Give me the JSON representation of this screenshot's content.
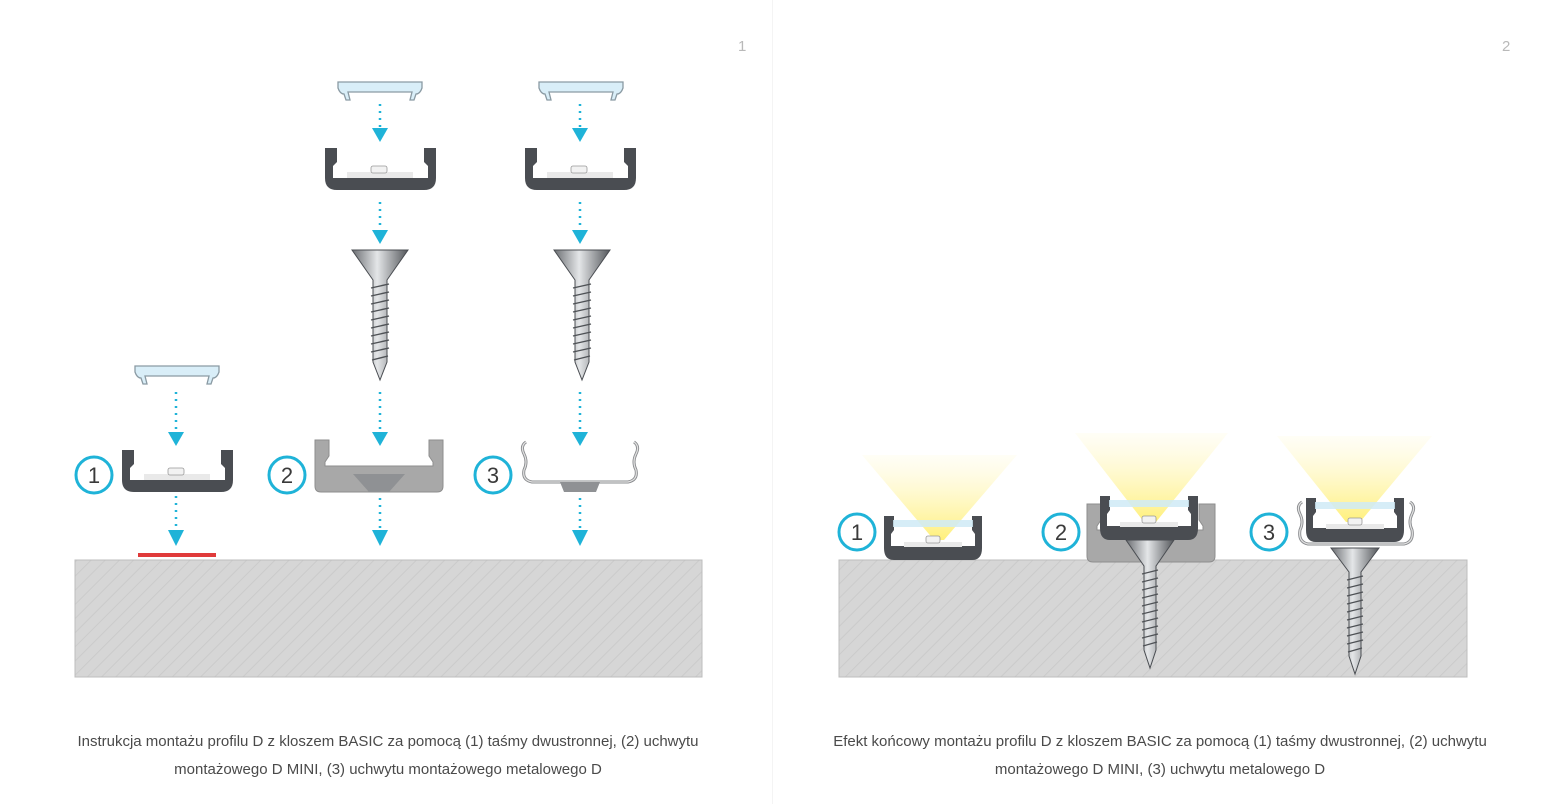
{
  "panels": [
    {
      "number": "1",
      "caption": "Instrukcja montażu profilu D z kloszem BASIC za pomocą (1) taśmy dwustronnej, (2) uchwytu montażowego D MINI, (3) uchwytu montażowego metalowego D",
      "badges": [
        "1",
        "2",
        "3"
      ]
    },
    {
      "number": "2",
      "caption": "Efekt końcowy montażu profilu D z kloszem BASIC za pomocą (1) taśmy dwustronnej, (2) uchwytu montażowego D MINI, (3) uchwytu metalowego D",
      "badges": [
        "1",
        "2",
        "3"
      ]
    }
  ],
  "colors": {
    "arrow": "#1fb3d8",
    "profile": "#4a4d52",
    "diffuser": "#cfeaf6",
    "surface": "#d6d6d6",
    "tape": "#e03a3a",
    "light": "#fff3a0",
    "holder": "#a8a8a8"
  }
}
